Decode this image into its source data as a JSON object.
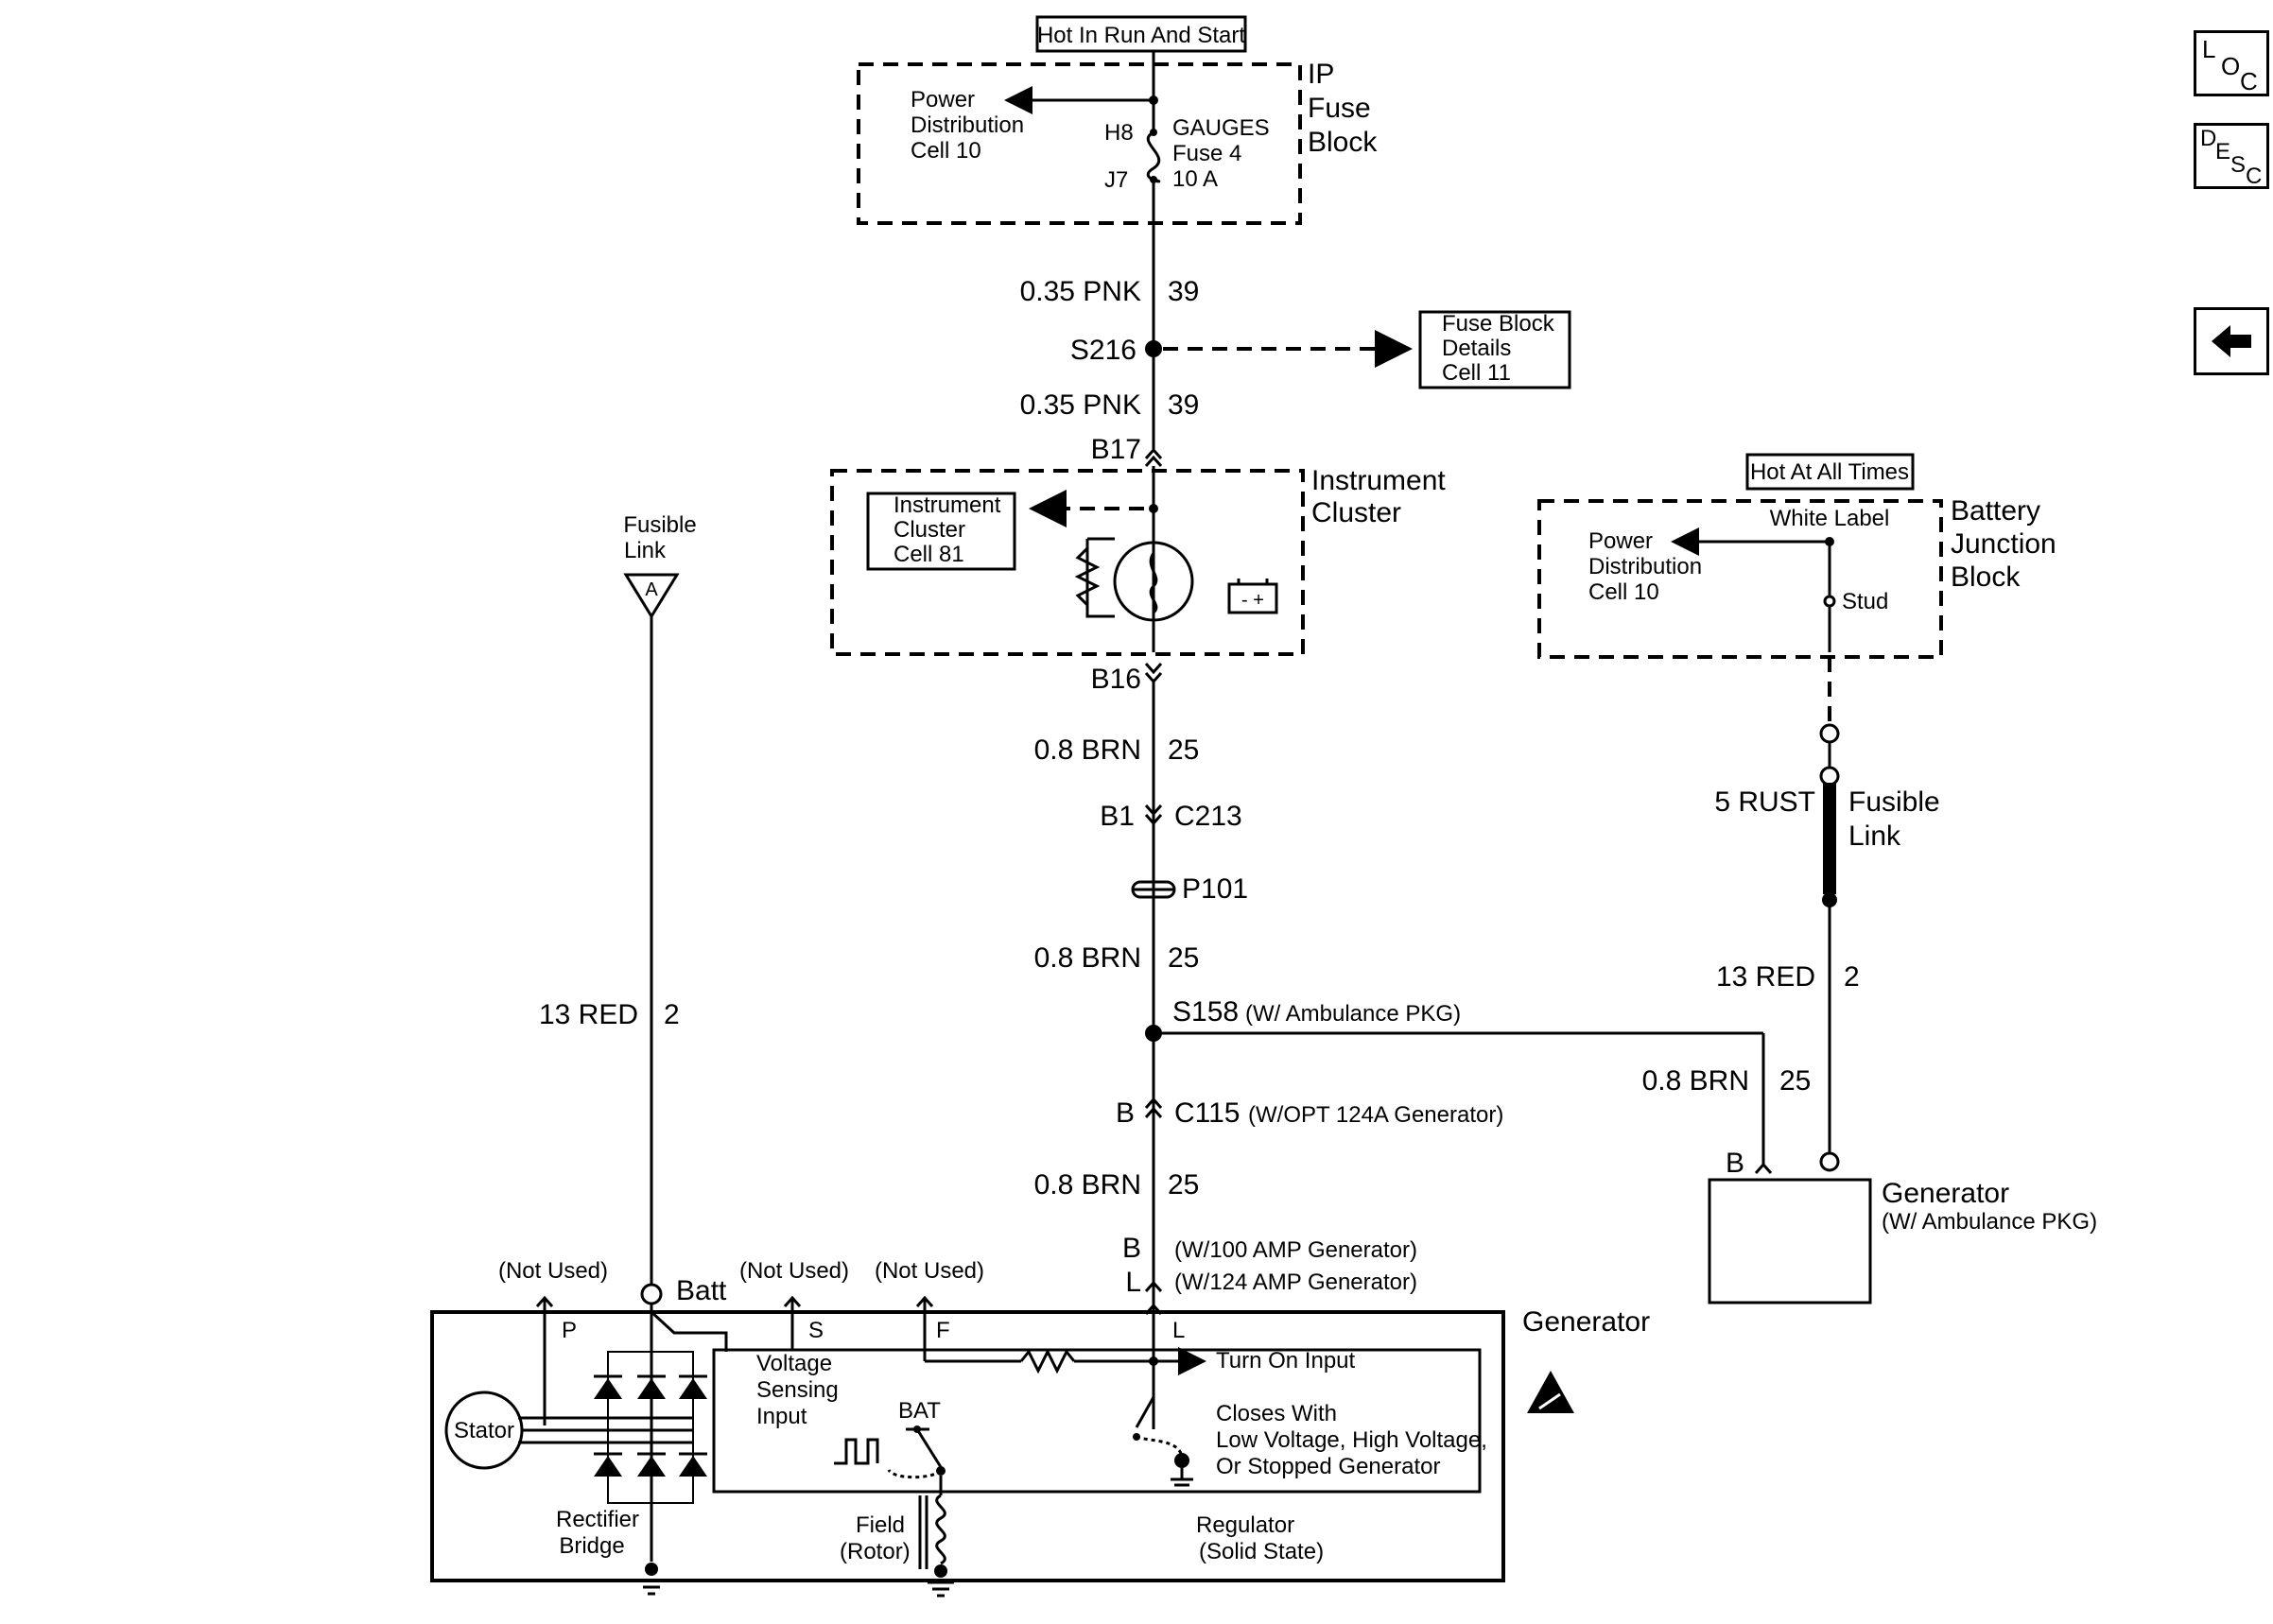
{
  "ip_fuse_block": {
    "power_label": "Hot In Run And Start",
    "title": [
      "IP",
      "Fuse",
      "Block"
    ],
    "ref": [
      "Power",
      "Distribution",
      "Cell 10"
    ],
    "fuse_pin_in": "H8",
    "fuse_pin_out": "J7",
    "fuse": [
      "GAUGES",
      "Fuse 4",
      "10 A"
    ]
  },
  "splice_s216": {
    "wire_above": {
      "gauge": "0.35 PNK",
      "circuit": "39"
    },
    "name": "S216",
    "wire_below": {
      "gauge": "0.35 PNK",
      "circuit": "39"
    },
    "ref": [
      "Fuse Block",
      "Details",
      "Cell 11"
    ]
  },
  "instrument_cluster": {
    "pin_in": "B17",
    "pin_out": "B16",
    "title": [
      "Instrument",
      "Cluster"
    ],
    "ref": [
      "Instrument",
      "Cluster",
      "Cell 81"
    ],
    "battery_symbol": "- +"
  },
  "center_circuit": {
    "wire_1": {
      "gauge": "0.8 BRN",
      "circuit": "25"
    },
    "c213": {
      "pin": "B1",
      "name": "C213"
    },
    "p101": "P101",
    "wire_2": {
      "gauge": "0.8 BRN",
      "circuit": "25"
    },
    "s158": {
      "name": "S158",
      "note": "(W/ Ambulance PKG)"
    },
    "c115": {
      "pin": "B",
      "name": "C115",
      "note": "(W/OPT 124A Generator)"
    },
    "wire_3": {
      "gauge": "0.8 BRN",
      "circuit": "25"
    },
    "b_pin": {
      "pin": "B",
      "note": "(W/100 AMP Generator)"
    },
    "l_pin": {
      "pin": "L",
      "note": "(W/124 AMP Generator)"
    }
  },
  "battery_junction_block": {
    "power_label": "Hot At All Times",
    "title": [
      "Battery",
      "Junction",
      "Block"
    ],
    "white_label": "White Label",
    "ref": [
      "Power",
      "Distribution",
      "Cell 10"
    ],
    "stud": "Stud",
    "fusible_link_wire": "5 RUST",
    "fusible_link_label": [
      "Fusible",
      "Link"
    ],
    "wire_red": {
      "gauge": "13 RED",
      "circuit": "2"
    }
  },
  "left_feed": {
    "fusible_link_label": [
      "Fusible",
      "Link"
    ],
    "connector_letter": "A",
    "wire": {
      "gauge": "13 RED",
      "circuit": "2"
    }
  },
  "ambulance_branch": {
    "wire": {
      "gauge": "0.8 BRN",
      "circuit": "25"
    },
    "pin": "B",
    "title": "Generator",
    "note": "(W/ Ambulance PKG)"
  },
  "generator": {
    "title": "Generator",
    "terminals": {
      "p_note": "(Not Used)",
      "p": "P",
      "batt": "Batt",
      "s_note": "(Not Used)",
      "s": "S",
      "f_note": "(Not Used)",
      "f": "F",
      "l": "L"
    },
    "stator": "Stator",
    "rectifier": [
      "Rectifier",
      "Bridge"
    ],
    "voltage_sensing": [
      "Voltage",
      "Sensing",
      "Input"
    ],
    "bat": "BAT",
    "turn_on": "Turn On Input",
    "closes": [
      "Closes With",
      "Low Voltage, High Voltage,",
      "Or Stopped Generator"
    ],
    "field": [
      "Field",
      "(Rotor)"
    ],
    "regulator": [
      "Regulator",
      "(Solid State)"
    ]
  },
  "nav": {
    "loc": [
      "L",
      "O",
      "C"
    ],
    "desc": [
      "D",
      "E",
      "S",
      "C"
    ],
    "back_icon": "left-arrow-icon"
  }
}
